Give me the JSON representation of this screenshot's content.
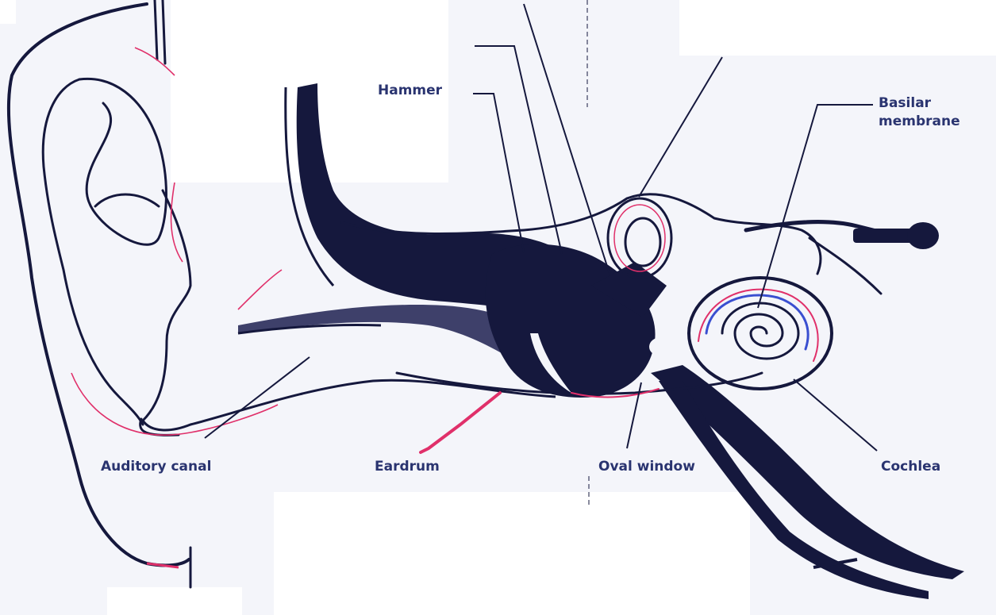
{
  "diagram": {
    "labels": {
      "hammer": "Hammer",
      "basilar_line1": "Basilar",
      "basilar_line2": "membrane",
      "auditory_canal": "Auditory canal",
      "eardrum": "Eardrum",
      "oval_window": "Oval window",
      "cochlea": "Cochlea"
    },
    "colors": {
      "ink": "#15183d",
      "label": "#2a3470",
      "accent_red": "#e0306a",
      "accent_blue": "#3a4fd0",
      "paper": "#f4f5fa",
      "patch": "#ffffff"
    }
  }
}
